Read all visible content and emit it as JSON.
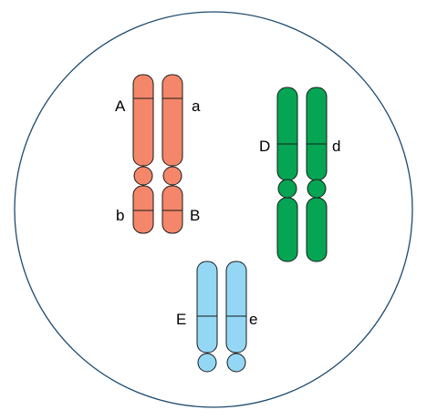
{
  "colors": {
    "cell_outline": "#1d4a6e",
    "pair_ab": "#f4866a",
    "pair_d": "#05a554",
    "pair_e": "#93d7f5",
    "stroke": "#1a1a1a"
  },
  "chromosome_pairs": [
    {
      "id": "pair-ab",
      "color_key": "pair_ab",
      "left": {
        "upper_allele": "A",
        "lower_allele": "b"
      },
      "right": {
        "upper_allele": "a",
        "lower_allele": "B"
      }
    },
    {
      "id": "pair-d",
      "color_key": "pair_d",
      "left": {
        "upper_allele": "D"
      },
      "right": {
        "upper_allele": "d"
      }
    },
    {
      "id": "pair-e",
      "color_key": "pair_e",
      "left": {
        "upper_allele": "E"
      },
      "right": {
        "upper_allele": "e"
      }
    }
  ]
}
